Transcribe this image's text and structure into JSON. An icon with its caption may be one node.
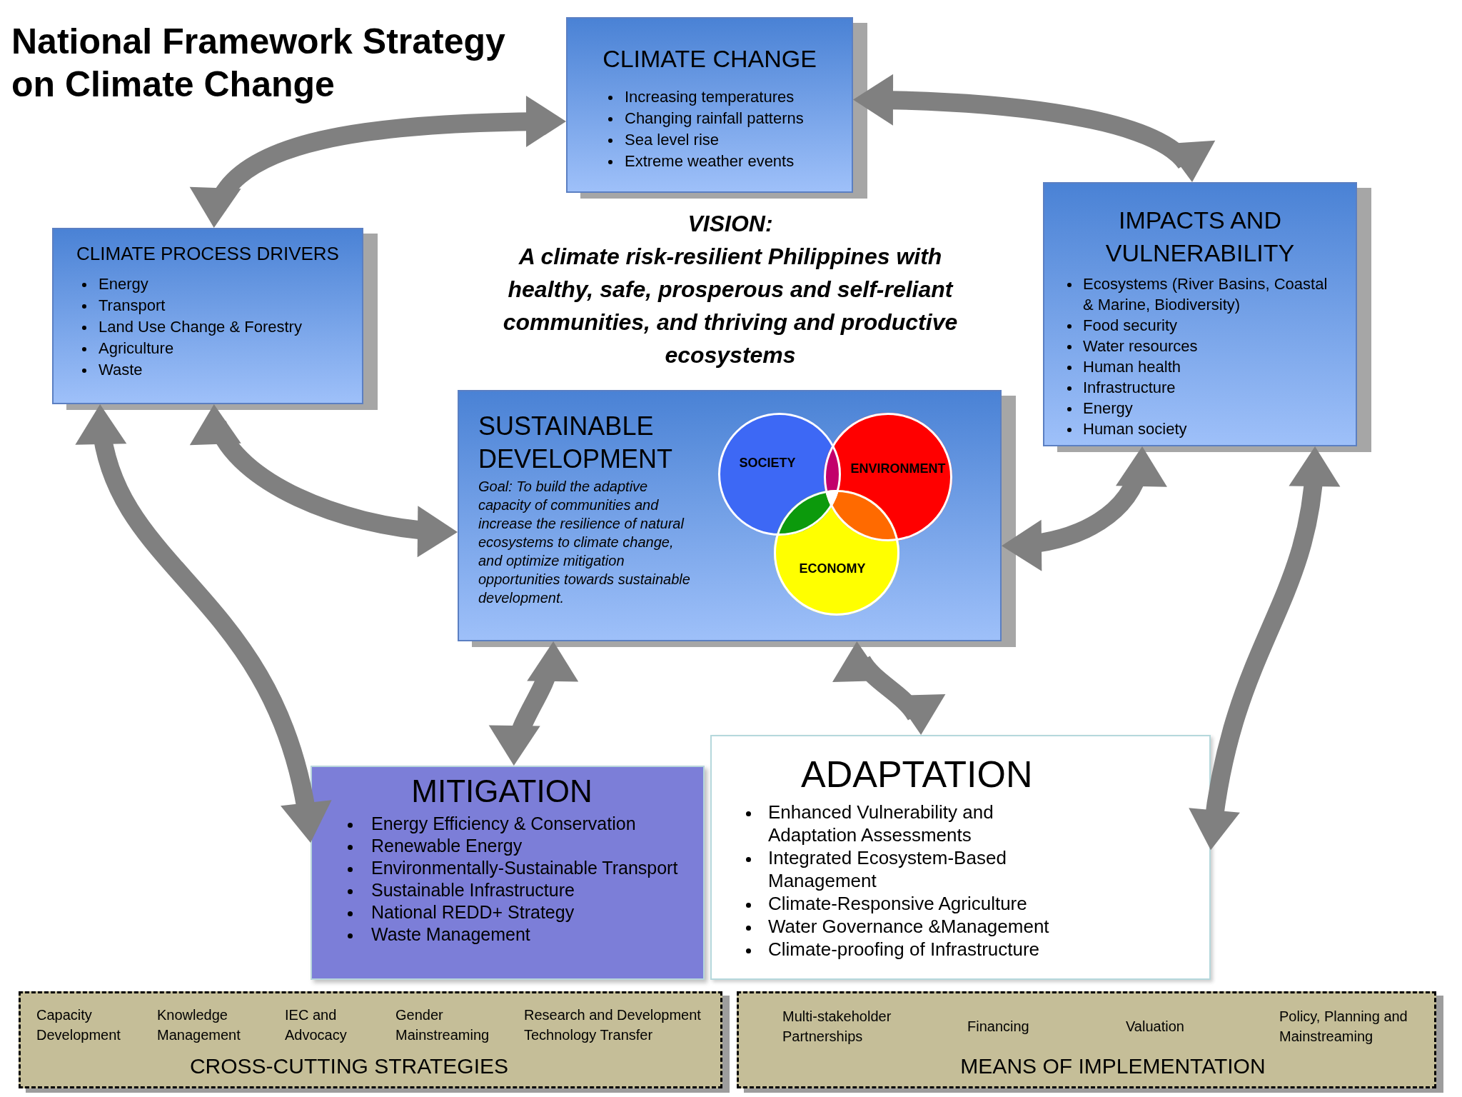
{
  "diagram": {
    "title": "National Framework Strategy on Climate Change",
    "nodes": [
      {
        "text": [
          "CLIMATE CHANGE",
          "Increasing temperatures",
          "Changing rainfall patterns",
          "Sea level rise",
          "Extreme weather events"
        ]
      },
      {
        "text": [
          "CLIMATE PROCESS DRIVERS",
          "Energy",
          "Transport",
          "Land Use Change & Forestry",
          "Agriculture",
          "Waste"
        ]
      },
      {
        "text": [
          "IMPACTS AND VULNERABILITY",
          "Ecosystems (River Basins, Coastal & Marine, Biodiversity)",
          "Food security",
          "Water resources",
          "Human health",
          "Infrastructure",
          "Energy",
          "Human society"
        ]
      },
      {
        "text": [
          "SUSTAINABLE DEVELOPMENT",
          "Goal: To build the adaptive capacity of communities and increase the resilience of natural ecosystems to climate change, and optimize mitigation opportunities towards sustainable development."
        ]
      },
      {
        "text": [
          "MITIGATION",
          "Energy Efficiency & Conservation",
          "Renewable Energy",
          "Environmentally-Sustainable Transport",
          "Sustainable Infrastructure",
          "National REDD+ Strategy",
          "Waste Management"
        ]
      },
      {
        "text": [
          "ADAPTATION",
          "Enhanced Vulnerability and Adaptation Assessments",
          "Integrated Ecosystem-Based Management",
          "Climate-Responsive Agriculture",
          "Water Governance &Management",
          "Climate-proofing of Infrastructure"
        ]
      },
      {
        "text": [
          "Capacity Development",
          "Knowledge Management",
          "IEC and Advocacy",
          "Gender Mainstreaming",
          "Research and Development Technology Transfer",
          "CROSS-CUTTING STRATEGIES"
        ]
      },
      {
        "text": [
          "Multi-stakeholder Partnerships",
          "Financing",
          "Valuation",
          "Policy, Planning and Mainstreaming",
          "MEANS OF IMPLEMENTATION"
        ]
      }
    ],
    "edges": [
      {
        "from": 1,
        "to": 0,
        "arrow": "both"
      },
      {
        "from": 0,
        "to": 2,
        "arrow": "both"
      },
      {
        "from": 1,
        "to": 3,
        "arrow": "both"
      },
      {
        "from": 3,
        "to": 2,
        "arrow": "both"
      },
      {
        "from": 1,
        "to": 4,
        "arrow": "both"
      },
      {
        "from": 2,
        "to": 5,
        "arrow": "both"
      },
      {
        "from": 3,
        "to": 4,
        "arrow": "both"
      },
      {
        "from": 3,
        "to": 5,
        "arrow": "both"
      }
    ],
    "labels": [
      "VISION:",
      "A climate risk-resilient Philippines with healthy, safe, prosperous and self-reliant communities, and thriving and productive ecosystems",
      "SOCIETY",
      "ENVIRONMENT",
      "ECONOMY"
    ]
  }
}
